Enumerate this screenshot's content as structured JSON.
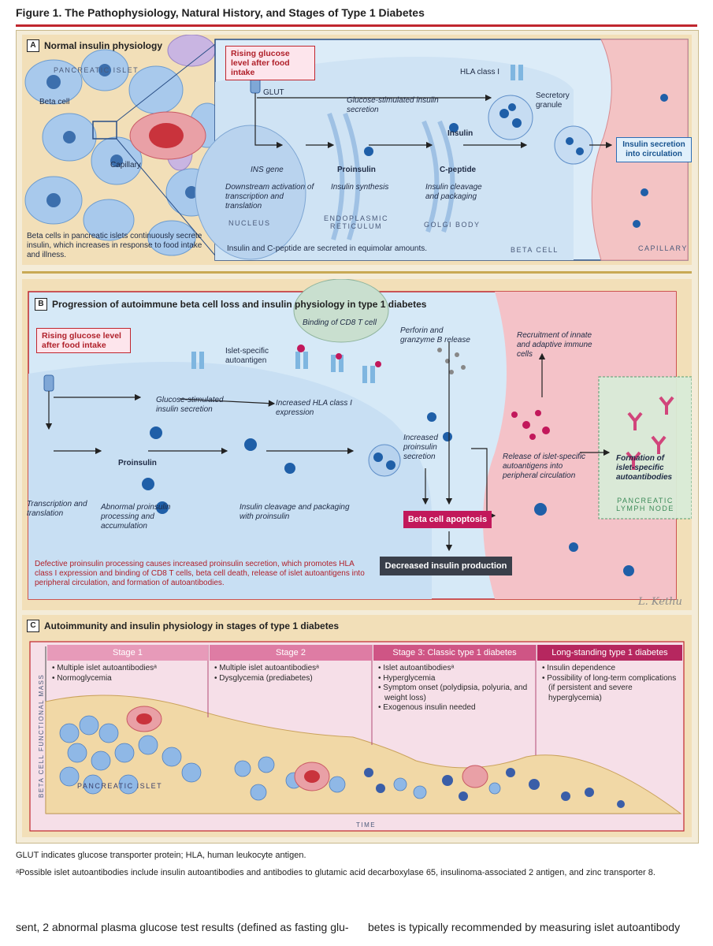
{
  "figure_title": "Figure 1. The Pathophysiology, Natural History, and Stages of Type 1 Diabetes",
  "panel_a": {
    "letter": "A",
    "title": "Normal insulin physiology",
    "pancreatic_islet": "PANCREATIC ISLET",
    "beta_cell": "Beta cell",
    "capillary": "Capillary",
    "islet_note": "Beta cells in pancreatic islets continuously secrete insulin, which increases in response to food intake and illness.",
    "rising_glucose": "Rising glucose level after food intake",
    "glut": "GLUT",
    "hla": "HLA class I",
    "gsis": "Glucose-stimulated insulin secretion",
    "secretory_granule": "Secretory granule",
    "insulin": "Insulin",
    "insulin_secretion": "Insulin secretion into circulation",
    "ins_gene": "INS gene",
    "proinsulin": "Proinsulin",
    "c_peptide": "C-peptide",
    "downstream": "Downstream activation of transcription and translation",
    "insulin_synthesis": "Insulin synthesis",
    "cleavage": "Insulin cleavage and packaging",
    "nucleus": "NUCLEUS",
    "er": "ENDOPLASMIC RETICULUM",
    "golgi": "GOLGI BODY",
    "equimolar": "Insulin and C-peptide are secreted in equimolar amounts.",
    "beta_cell_caps": "BETA CELL",
    "capillary_caps": "CAPILLARY"
  },
  "panel_b": {
    "letter": "B",
    "title": "Progression of autoimmune beta cell loss and insulin physiology in type 1 diabetes",
    "rising_glucose": "Rising glucose level after food intake",
    "cd8": "Binding of CD8 T cell",
    "perforin": "Perforin and granzyme B release",
    "recruitment": "Recruitment of innate and adaptive immune cells",
    "autoantigen": "Islet-specific autoantigen",
    "gsis": "Glucose-stimulated insulin secretion",
    "hla": "Increased HLA class I expression",
    "inc_proinsulin": "Increased proinsulin secretion",
    "proinsulin": "Proinsulin",
    "release": "Release of islet-specific autoantigens into peripheral circulation",
    "formation": "Formation of islet-specific autoantibodies",
    "lymph_node": "PANCREATIC LYMPH NODE",
    "transcription": "Transcription and translation",
    "abnormal": "Abnormal proinsulin processing and accumulation",
    "cleavage": "Insulin cleavage and packaging with proinsulin",
    "apoptosis": "Beta cell apoptosis",
    "decreased": "Decreased insulin production",
    "defective": "Defective proinsulin processing causes increased proinsulin secretion, which promotes HLA class I expression and binding of CD8 T cells, beta cell death, release of islet autoantigens into peripheral circulation, and formation of autoantibodies.",
    "signature": "L. Kethu"
  },
  "panel_c": {
    "letter": "C",
    "title": "Autoimmunity and insulin physiology in stages of type 1 diabetes",
    "y_label": "BETA CELL FUNCTIONAL MASS",
    "x_label": "TIME",
    "pancreatic_islet": "PANCREATIC ISLET",
    "stages": [
      {
        "name": "Stage 1",
        "color": "#e79ab9",
        "items": [
          "Multiple islet autoantibodiesᵃ",
          "Normoglycemia"
        ]
      },
      {
        "name": "Stage 2",
        "color": "#de7ca4",
        "items": [
          "Multiple islet autoantibodiesᵃ",
          "Dysglycemia (prediabetes)"
        ]
      },
      {
        "name": "Stage 3: Classic type 1 diabetes",
        "color": "#cf5585",
        "items": [
          "Islet autoantibodiesᵃ",
          "Hyperglycemia",
          "Symptom onset (polydipsia, polyuria, and weight loss)",
          "Exogenous insulin needed"
        ]
      },
      {
        "name": "Long-standing type 1 diabetes",
        "color": "#b6275f",
        "items": [
          "Insulin dependence",
          "Possibility of long-term complications (if persistent and severe hyperglycemia)"
        ]
      }
    ]
  },
  "abbrev_note": "GLUT indicates glucose transporter protein; HLA, human leukocyte antigen.",
  "footnote": "ᵃPossible islet autoantibodies include insulin autoantibodies and antibodies to glutamic acid decarboxylase 65, insulinoma-associated 2 antigen, and zinc transporter 8.",
  "body_left": "sent, 2 abnormal plasma glucose test results (defined as fasting glu-",
  "body_right": "betes is typically recommended by measuring islet autoantibody"
}
